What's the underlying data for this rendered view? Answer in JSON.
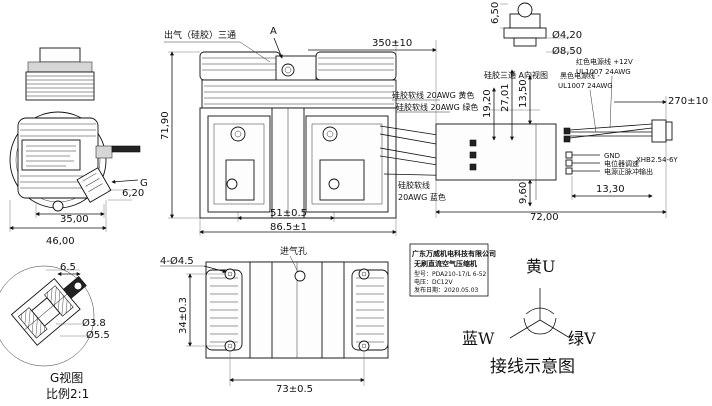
{
  "labels": {
    "outlet_tee": "出气（硅胶）三通",
    "view_a_marker": "A",
    "tee_a_view": "硅胶三通 A向视图",
    "silicone_yellow": "硅胶软线 20AWG 黄色",
    "silicone_green": "硅胶软线 20AWG 绿色",
    "silicone_blue_1": "硅胶软线",
    "silicone_blue_2": "20AWG 蓝色",
    "red_wire_1": "红色电源线 +12V",
    "red_wire_2": "UL1007 24AWG",
    "black_wire_1": "黑色电源线 -",
    "black_wire_2": "UL1007 24AWG",
    "gnd": "GND",
    "speed": "电位器调速",
    "pulse": "电源正脉冲输出",
    "connector": "XHB2.54-6Y",
    "inlet": "进气孔",
    "g_marker": "G",
    "g_view_1": "G视图",
    "g_view_2": "比例2:1",
    "wiring_title": "接线示意图",
    "phase_u": "黄U",
    "phase_v": "绿V",
    "phase_w": "蓝W"
  },
  "dimensions": {
    "d_6_50": "6,50",
    "d_phi_4_20": "Ø4,20",
    "d_phi_8_50": "Ø8,50",
    "d_350": "350±10",
    "d_71_90": "71,90",
    "d_19_20": "19,20",
    "d_27_01": "27,01",
    "d_13_50": "13,50",
    "d_270": "270±10",
    "d_9_60": "9,60",
    "d_13_30": "13,30",
    "d_72": "72,00",
    "d_6_20": "6,20",
    "d_35": "35,00",
    "d_46": "46,00",
    "d_51": "51±0.5",
    "d_86_5": "86.5±1",
    "d_4_phi_4_5": "4-Ø4.5",
    "d_34": "34±0.3",
    "d_73": "73±0.5",
    "d_6_5": "6.5",
    "d_phi_3_8": "Ø3.8",
    "d_phi_5_5": "Ø5.5"
  },
  "title_block": {
    "company": "广东万威机电科技有限公司",
    "product": "无刷直流空气压缩机",
    "model": "型号：PDA210-17/L 6-52",
    "voltage": "电压：DC12V",
    "date": "发布日期：2020.05.03"
  }
}
